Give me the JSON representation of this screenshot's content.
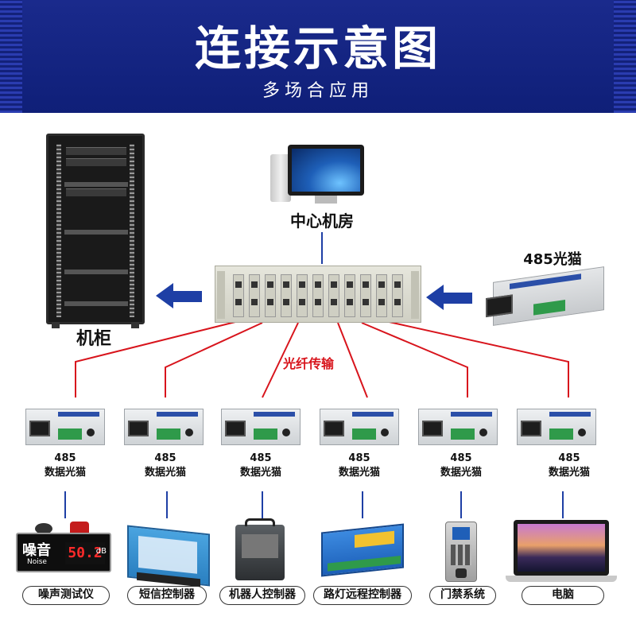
{
  "header": {
    "title": "连接示意图",
    "subtitle": "多场合应用"
  },
  "top": {
    "cabinet_label": "机柜",
    "center_label": "中心机房",
    "modem_label": "485光猫"
  },
  "fiber_label": "光纤传输",
  "modems": [
    {
      "line1": "485",
      "line2": "数据光猫"
    },
    {
      "line1": "485",
      "line2": "数据光猫"
    },
    {
      "line1": "485",
      "line2": "数据光猫"
    },
    {
      "line1": "485",
      "line2": "数据光猫"
    },
    {
      "line1": "485",
      "line2": "数据光猫"
    },
    {
      "line1": "485",
      "line2": "数据光猫"
    }
  ],
  "noise_meter": {
    "text_cn": "噪音",
    "text_en": "Noise",
    "value": "50.2",
    "unit": "dB"
  },
  "devices": [
    {
      "label": "噪声测试仪",
      "icon": "noise-meter-icon"
    },
    {
      "label": "短信控制器",
      "icon": "sms-controller-icon"
    },
    {
      "label": "机器人控制器",
      "icon": "robot-controller-icon"
    },
    {
      "label": "路灯远程控制器",
      "icon": "streetlight-controller-icon"
    },
    {
      "label": "门禁系统",
      "icon": "access-control-icon"
    },
    {
      "label": "电脑",
      "icon": "laptop-icon"
    }
  ],
  "colors": {
    "banner": "#13217a",
    "arrow": "#1e3fa5",
    "fiber_line": "#d8141c",
    "connector_line": "#1e3fa5"
  }
}
